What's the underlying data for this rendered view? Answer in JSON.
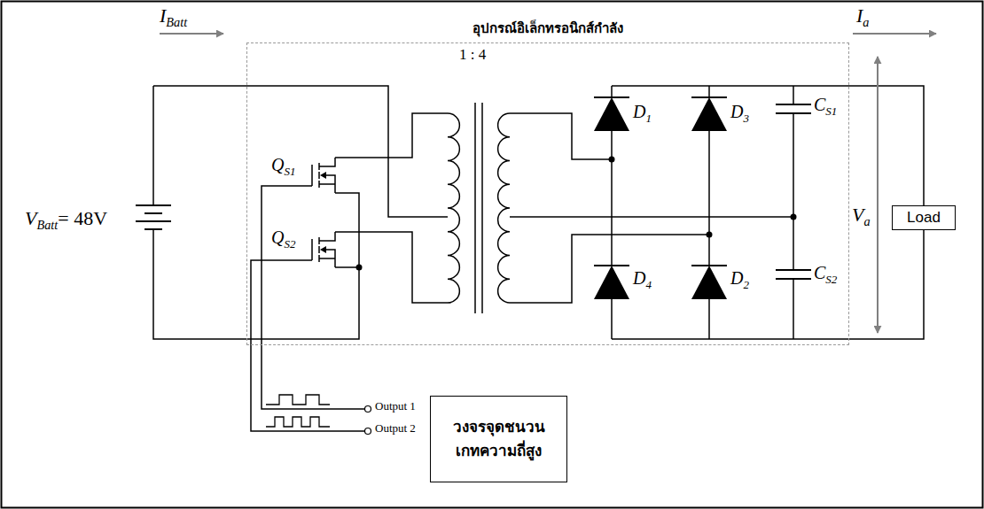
{
  "diagram": {
    "nodes": [
      {
        "text": [
          "อุปกรณ์อิเล็กทรอนิกส์กำลัง"
        ]
      },
      {
        "text": [
          "Load"
        ]
      },
      {
        "text": [
          "วงจรจุดชนวน เกทความถี่สูง"
        ]
      }
    ],
    "labels": [
      "IBatt",
      "Ia",
      "VBatt= 48V",
      "1 : 4",
      "QS1",
      "QS2",
      "D1",
      "D3",
      "D4",
      "D2",
      "CS1",
      "CS2",
      "Va",
      "Output 1",
      "Output 2"
    ]
  }
}
